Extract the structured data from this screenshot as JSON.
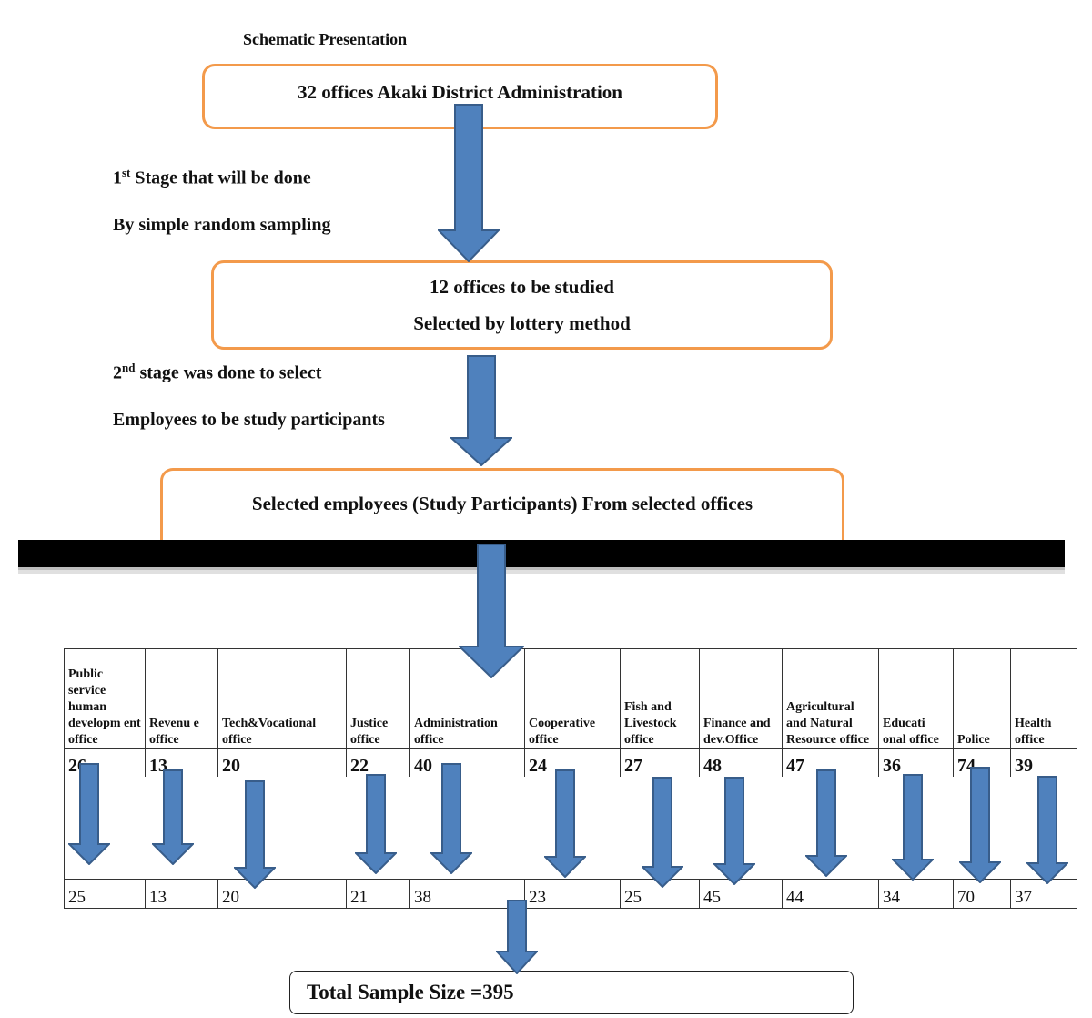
{
  "header": {
    "title": "Schematic Presentation"
  },
  "boxes": {
    "top": "32 offices Akaki District Administration",
    "middle_line1": "12 offices to be studied",
    "middle_line2": "Selected by lottery method",
    "bottom": "Selected employees (Study Participants) From selected offices"
  },
  "stages": {
    "stage1_prefix": "1",
    "stage1_sup": "st",
    "stage1_rest": " Stage that will be done",
    "stage1_line2": "By simple random sampling",
    "stage2_prefix": "2",
    "stage2_sup": "nd",
    "stage2_rest": " stage was done to select",
    "stage2_line2": "Employees to be study participants"
  },
  "offices": [
    {
      "name": "Public service human developm ent office",
      "total": "26",
      "sample": "25"
    },
    {
      "name": "Revenu e office",
      "total": "13",
      "sample": "13"
    },
    {
      "name": "Tech&Vocational office",
      "total": "20",
      "sample": "20"
    },
    {
      "name": "Justice office",
      "total": "22",
      "sample": "21"
    },
    {
      "name": "Administration office",
      "total": "40",
      "sample": "38"
    },
    {
      "name": "Cooperative office",
      "total": "24",
      "sample": "23"
    },
    {
      "name": "Fish and Livestock office",
      "total": "27",
      "sample": "25"
    },
    {
      "name": "Finance and dev.Office",
      "total": "48",
      "sample": "45"
    },
    {
      "name": "Agricultural and Natural Resource office",
      "total": "47",
      "sample": "44"
    },
    {
      "name": "Educati onal office",
      "total": "36",
      "sample": "34"
    },
    {
      "name": "Police",
      "total": "74",
      "sample": "70"
    },
    {
      "name": "Health office",
      "total": "39",
      "sample": "37"
    }
  ],
  "total": {
    "label": "Total Sample Size =395"
  },
  "colors": {
    "arrow": "#4f81bd",
    "arrow_border": "#385d8a",
    "box_border": "#f39a4b"
  }
}
